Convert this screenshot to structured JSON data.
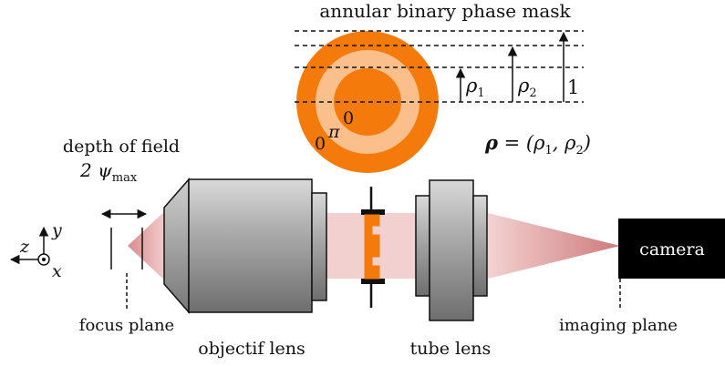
{
  "labels": {
    "mask_title": "annular binary phase mask",
    "depth_of_field": "depth of field",
    "dof_value": "2 ψ",
    "dof_sub": "max",
    "focus_plane": "focus plane",
    "objective_lens": "objectif lens",
    "tube_lens": "tube lens",
    "imaging_plane": "imaging plane",
    "camera": "camera"
  },
  "mask": {
    "phase_outer": "0",
    "phase_ring": "π",
    "phase_inner": "0",
    "radius_1": "ρ",
    "radius_1_sub": "1",
    "radius_2": "ρ",
    "radius_2_sub": "2",
    "radius_max": "1",
    "param_vector": "ρ",
    "param_eq": " = (ρ",
    "param_sub1": "1",
    "param_comma": ", ρ",
    "param_sub2": "2",
    "param_close": ")"
  },
  "axes": {
    "z": "z",
    "y": "y",
    "x": "x"
  },
  "colors": {
    "mask_orange": "#f47b0b",
    "mask_light": "#fbbf8c",
    "beam": "#e8aaaa",
    "lens_gray": "#9a9a9a"
  }
}
